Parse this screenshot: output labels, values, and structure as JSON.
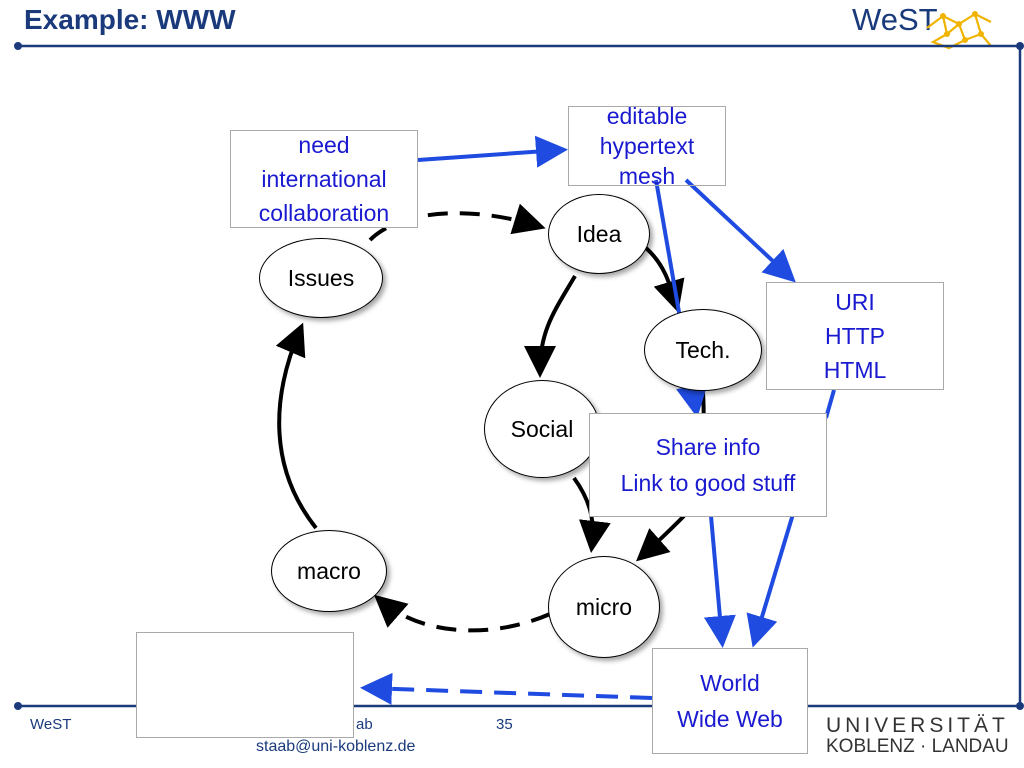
{
  "title": "Example: WWW",
  "logo": {
    "text": "WeST"
  },
  "nodes": {
    "issues": "Issues",
    "idea": "Idea",
    "tech": "Tech.",
    "social": "Social",
    "macro": "macro",
    "micro": "micro"
  },
  "boxes": {
    "need": [
      "need",
      "international",
      "collaboration"
    ],
    "editable": [
      "editable",
      "hypertext",
      "mesh"
    ],
    "uri": [
      "URI",
      "HTTP",
      "HTML"
    ],
    "share": [
      "Share info",
      "Link to good stuff"
    ],
    "www": [
      "World",
      "Wide Web"
    ]
  },
  "footer": {
    "left": "WeST",
    "author_fragment": "ab",
    "page_number": "35",
    "email": "staab@uni-koblenz.de",
    "university_line1": "UNIVERSITÄT",
    "university_line2": "KOBLENZ · LANDAU"
  },
  "colors": {
    "title": "#1a3a7c",
    "arrow_blue": "#1f4be0",
    "box_text": "#1a1ad0"
  }
}
